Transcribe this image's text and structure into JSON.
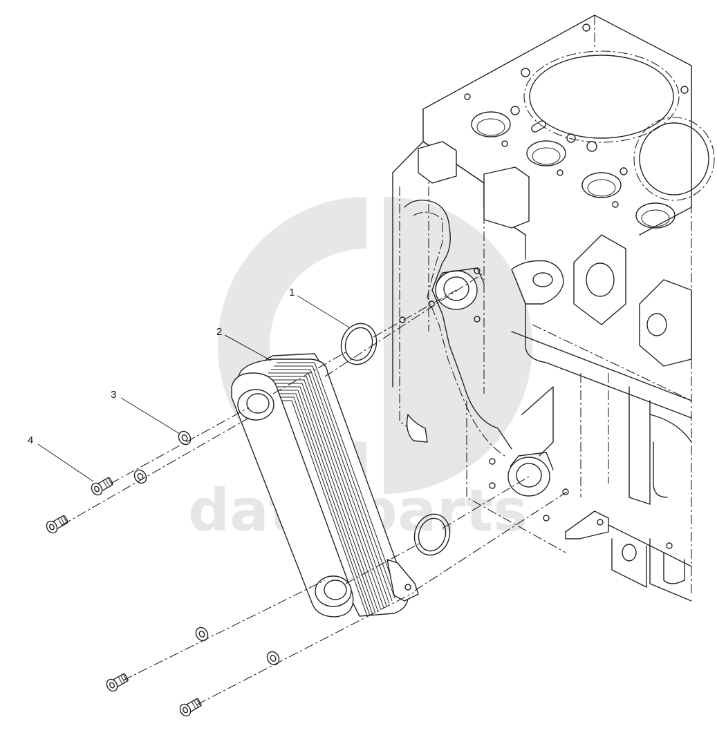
{
  "watermark": {
    "text": "data parts",
    "color": "#d3d3d3"
  },
  "callouts": [
    {
      "label": "1"
    },
    {
      "label": "2"
    },
    {
      "label": "3"
    },
    {
      "label": "4"
    }
  ]
}
